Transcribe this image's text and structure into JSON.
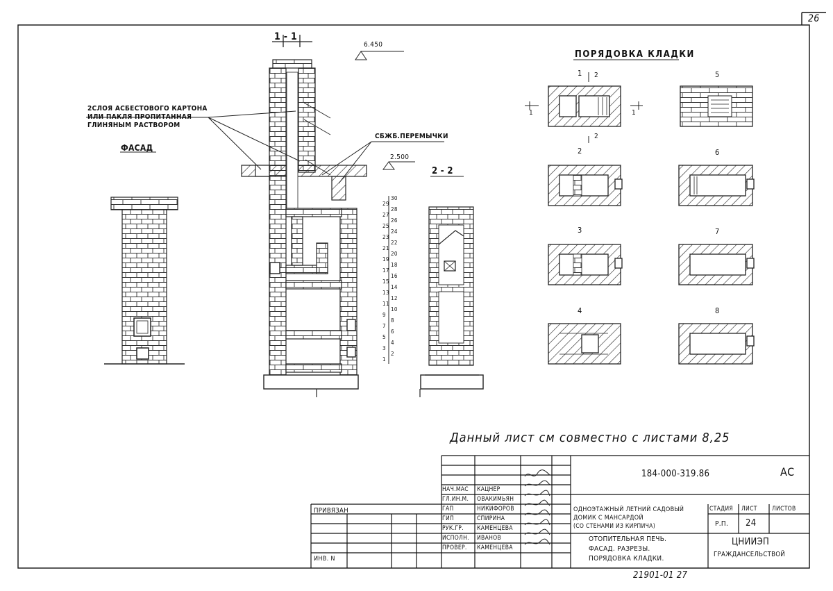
{
  "sheet_corner_number": "26",
  "section_1_label": "1 - 1",
  "section_2_label": "2 - 2",
  "elevation_top": "6.450",
  "elevation_mid": "2.500",
  "note_asbestos": [
    "2СЛОЯ АСБЕСТОВОГО КАРТОНА",
    "ИЛИ ПАКЛЯ ПРОПИТАННАЯ",
    "ГЛИНЯНЫМ РАСТВОРОМ"
  ],
  "note_lintels": "СБЖБ.ПЕРЕМЫЧКИ",
  "facade_title": "ФАСАД",
  "masonry_title": "ПОРЯДОВКА КЛАДКИ",
  "course_numbers_left": [
    "29",
    "27",
    "25",
    "23",
    "21",
    "19",
    "17",
    "15",
    "13",
    "11",
    "9",
    "7",
    "5",
    "3",
    "1"
  ],
  "course_numbers_right": [
    "30",
    "28",
    "26",
    "24",
    "22",
    "20",
    "18",
    "16",
    "14",
    "12",
    "10",
    "8",
    "6",
    "4",
    "2"
  ],
  "row_numbers": [
    "1",
    "2",
    "3",
    "4",
    "5",
    "6",
    "7",
    "8"
  ],
  "plan_cut_labels": {
    "cut1": "1",
    "cut2": "2"
  },
  "note_bottom": "Данный лист см совместно с листами 8,25",
  "title_block": {
    "doc_code": "184-000-319.86",
    "ac_mark": "АС",
    "privyazan": "ПРИВЯЗАН",
    "inv": "ИНВ. N",
    "roles": [
      "НАЧ.МАС",
      "ГЛ.ИН.М.",
      "ГАП",
      "ГИП",
      "РУК.ГР.",
      "ИСПОЛН.",
      "ПРОВЕР."
    ],
    "names": [
      "КАЦНЕР",
      "ОВАКИМЬЯН",
      "НИКИФОРОВ",
      "СПИРИНА",
      "КАМЕНЦЕВА",
      "ИВАНОВ",
      "КАМЕНЦЕВА"
    ],
    "project_title": [
      "ОДНОЭТАЖНЫЙ ЛЕТНИЙ САДОВЫЙ",
      "ДОМИК С МАНСАРДОЙ",
      "(СО СТЕНАМИ ИЗ КИРПИЧА)"
    ],
    "sheet_title": [
      "ОТОПИТЕЛЬНАЯ ПЕЧЬ.",
      "ФАСАД. РАЗРЕЗЫ.",
      "ПОРЯДОВКА КЛАДКИ."
    ],
    "stage_hdr": "СТАДИЯ",
    "sheet_hdr": "ЛИСТ",
    "sheets_hdr": "ЛИСТОВ",
    "stage_val": "Р.П.",
    "sheet_val": "24",
    "org": [
      "ЦНИИЭП",
      "ГРАЖДАНСЕЛЬСТВОЙ"
    ]
  },
  "bottom_number": "21901-01   27"
}
